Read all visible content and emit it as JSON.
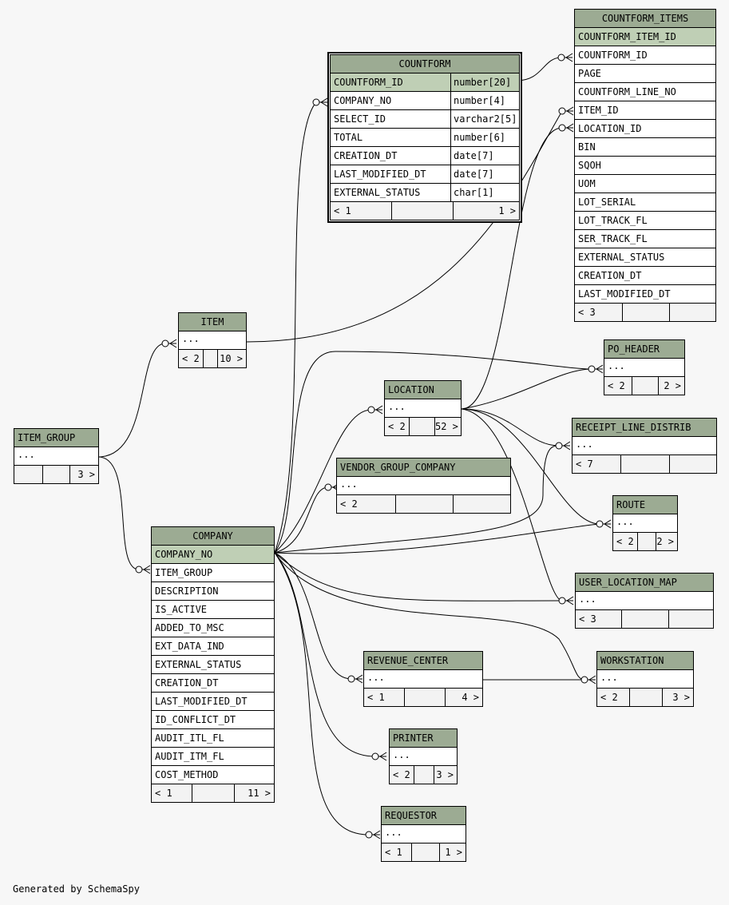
{
  "footer_text": "Generated by SchemaSpy",
  "colors": {
    "header": "#9cab93",
    "key": "#bfcfb5",
    "background": "#f7f7f7"
  },
  "tables": {
    "countform": {
      "name": "COUNTFORM",
      "columns": [
        {
          "name": "COUNTFORM_ID",
          "type": "number[20]"
        },
        {
          "name": "COMPANY_NO",
          "type": "number[4]"
        },
        {
          "name": "SELECT_ID",
          "type": "varchar2[5]"
        },
        {
          "name": "TOTAL",
          "type": "number[6]"
        },
        {
          "name": "CREATION_DT",
          "type": "date[7]"
        },
        {
          "name": "LAST_MODIFIED_DT",
          "type": "date[7]"
        },
        {
          "name": "EXTERNAL_STATUS",
          "type": "char[1]"
        }
      ],
      "footer": {
        "parents": "< 1",
        "children": "1 >"
      }
    },
    "countform_items": {
      "name": "COUNTFORM_ITEMS",
      "columns": [
        "COUNTFORM_ITEM_ID",
        "COUNTFORM_ID",
        "PAGE",
        "COUNTFORM_LINE_NO",
        "ITEM_ID",
        "LOCATION_ID",
        "BIN",
        "SQOH",
        "UOM",
        "LOT_SERIAL",
        "LOT_TRACK_FL",
        "SER_TRACK_FL",
        "EXTERNAL_STATUS",
        "CREATION_DT",
        "LAST_MODIFIED_DT"
      ],
      "footer": {
        "parents": "< 3",
        "children": ""
      }
    },
    "item": {
      "name": "ITEM",
      "body": "...",
      "footer": {
        "parents": "< 2",
        "children": "10 >"
      }
    },
    "item_group": {
      "name": "ITEM_GROUP",
      "body": "...",
      "footer": {
        "parents": "",
        "children": "3 >"
      }
    },
    "company": {
      "name": "COMPANY",
      "columns": [
        "COMPANY_NO",
        "ITEM_GROUP",
        "DESCRIPTION",
        "IS_ACTIVE",
        "ADDED_TO_MSC",
        "EXT_DATA_IND",
        "EXTERNAL_STATUS",
        "CREATION_DT",
        "LAST_MODIFIED_DT",
        "ID_CONFLICT_DT",
        "AUDIT_ITL_FL",
        "AUDIT_ITM_FL",
        "COST_METHOD"
      ],
      "footer": {
        "parents": "< 1",
        "children": "11 >"
      }
    },
    "location": {
      "name": "LOCATION",
      "body": "...",
      "footer": {
        "parents": "< 2",
        "children": "52 >"
      }
    },
    "vendor_group_company": {
      "name": "VENDOR_GROUP_COMPANY",
      "body": "...",
      "footer": {
        "parents": "< 2",
        "children": ""
      }
    },
    "po_header": {
      "name": "PO_HEADER",
      "body": "...",
      "footer": {
        "parents": "< 2",
        "children": "2 >"
      }
    },
    "receipt_line_distrib": {
      "name": "RECEIPT_LINE_DISTRIB",
      "body": "...",
      "footer": {
        "parents": "< 7",
        "children": ""
      }
    },
    "route": {
      "name": "ROUTE",
      "body": "...",
      "footer": {
        "parents": "< 2",
        "children": "2 >"
      }
    },
    "user_location_map": {
      "name": "USER_LOCATION_MAP",
      "body": "...",
      "footer": {
        "parents": "< 3",
        "children": ""
      }
    },
    "revenue_center": {
      "name": "REVENUE_CENTER",
      "body": "...",
      "footer": {
        "parents": "< 1",
        "children": "4 >"
      }
    },
    "workstation": {
      "name": "WORKSTATION",
      "body": "...",
      "footer": {
        "parents": "< 2",
        "children": "3 >"
      }
    },
    "printer": {
      "name": "PRINTER",
      "body": "...",
      "footer": {
        "parents": "< 2",
        "children": "3 >"
      }
    },
    "requestor": {
      "name": "REQUESTOR",
      "body": "...",
      "footer": {
        "parents": "< 1",
        "children": "1 >"
      }
    }
  }
}
